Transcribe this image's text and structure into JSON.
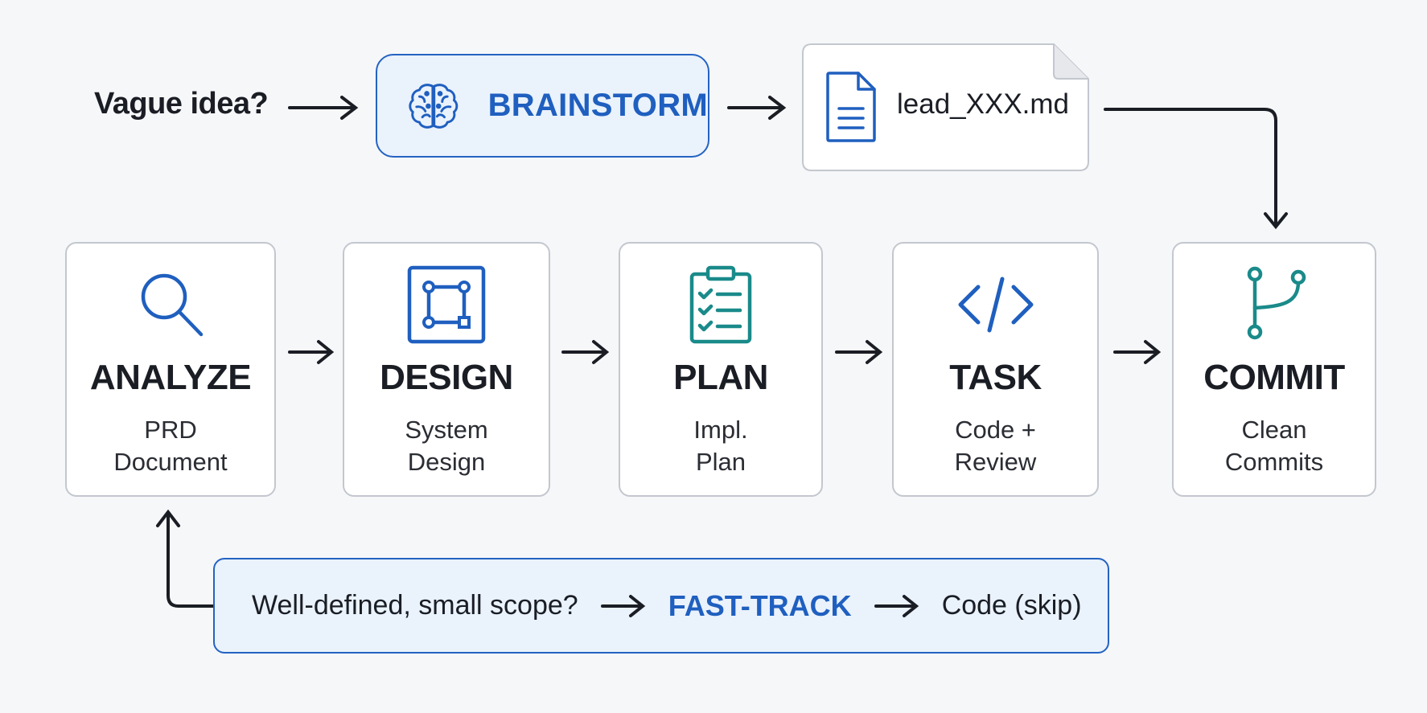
{
  "top_row": {
    "question": "Vague idea?",
    "brainstorm_label": "BRAINSTORM",
    "file_name": "lead_XXX.md"
  },
  "stages": [
    {
      "title": "ANALYZE",
      "sub_1": "PRD",
      "sub_2": "Document",
      "icon": "magnifier-icon"
    },
    {
      "title": "DESIGN",
      "sub_1": "System",
      "sub_2": "Design",
      "icon": "design-frame-icon"
    },
    {
      "title": "PLAN",
      "sub_1": "Impl.",
      "sub_2": "Plan",
      "icon": "clipboard-checklist-icon"
    },
    {
      "title": "TASK",
      "sub_1": "Code +",
      "sub_2": "Review",
      "icon": "code-brackets-icon"
    },
    {
      "title": "COMMIT",
      "sub_1": "Clean",
      "sub_2": "Commits",
      "icon": "git-branch-icon"
    }
  ],
  "fast_track": {
    "question": "Well-defined, small scope?",
    "label": "FAST-TRACK",
    "result": "Code (skip)"
  },
  "colors": {
    "accent_blue": "#1f5fbf",
    "accent_teal": "#1a8a8a",
    "panel_fill": "#eaf2fc",
    "border_gray": "#c3c7ce",
    "arrow_dark": "#1a1d24"
  }
}
